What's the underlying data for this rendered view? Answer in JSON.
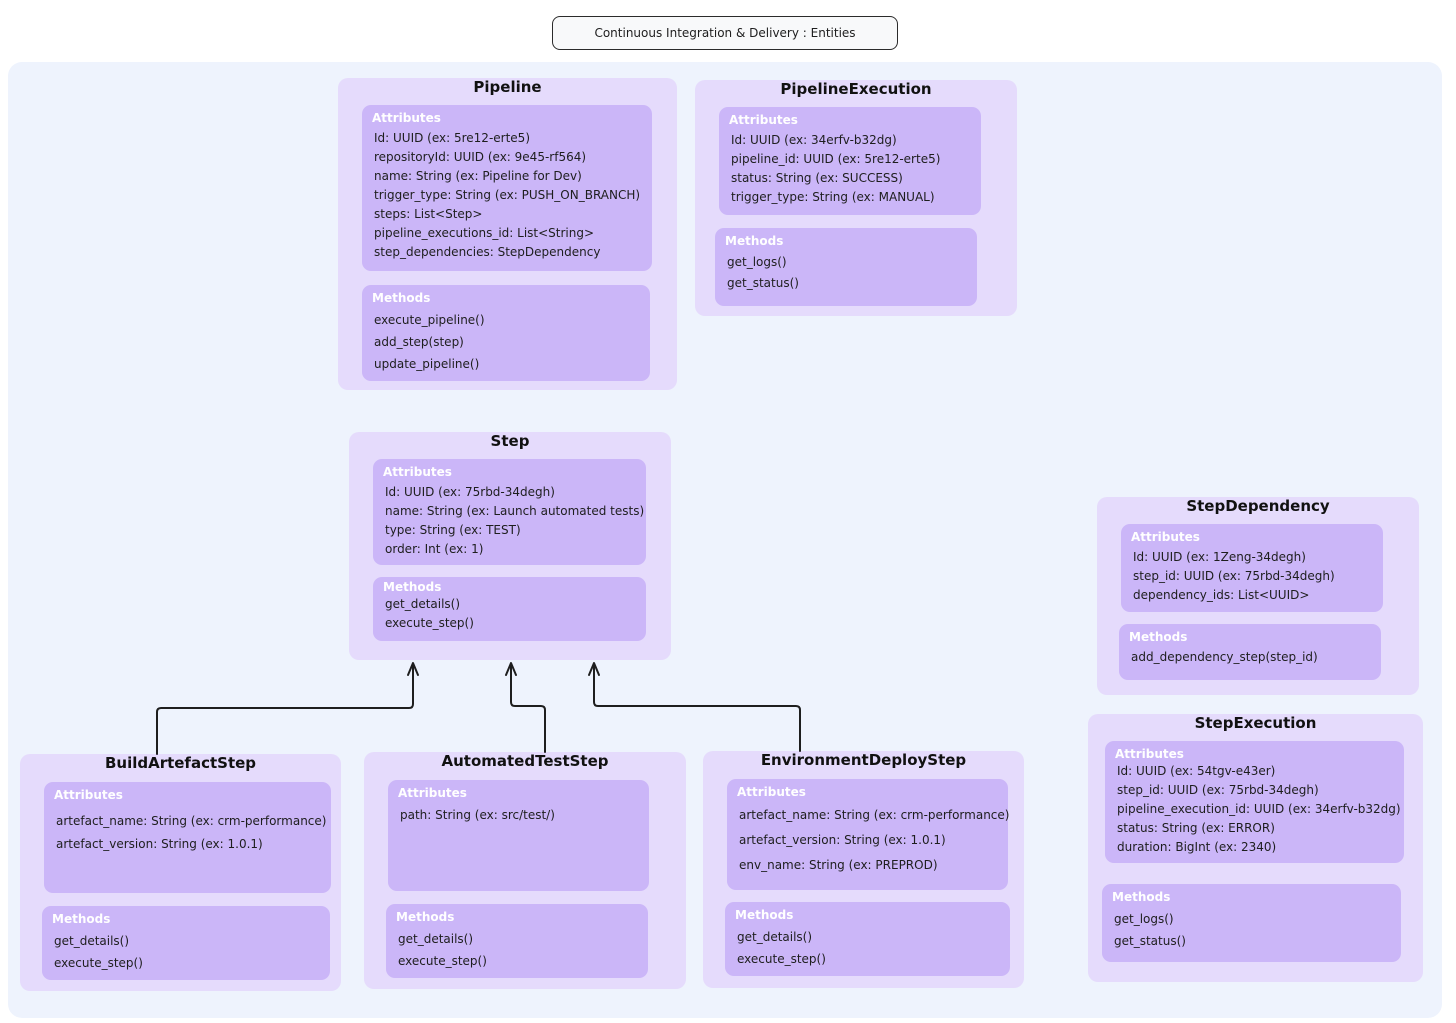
{
  "title": "Continuous Integration & Delivery : Entities",
  "section_labels": {
    "attributes": "Attributes",
    "methods": "Methods"
  },
  "entities": {
    "pipeline": {
      "name": "Pipeline",
      "attributes": [
        "Id: UUID (ex: 5re12-erte5)",
        "repositoryId: UUID (ex: 9e45-rf564)",
        "name: String (ex: Pipeline for Dev)",
        "trigger_type: String (ex: PUSH_ON_BRANCH)",
        "steps: List<Step>",
        "pipeline_executions_id: List<String>",
        "step_dependencies: StepDependency"
      ],
      "methods": [
        "execute_pipeline()",
        "add_step(step)",
        "update_pipeline()"
      ]
    },
    "pipeline_execution": {
      "name": "PipelineExecution",
      "attributes": [
        "Id: UUID (ex: 34erfv-b32dg)",
        "pipeline_id: UUID (ex: 5re12-erte5)",
        "status: String (ex: SUCCESS)",
        "trigger_type: String (ex: MANUAL)"
      ],
      "methods": [
        "get_logs()",
        "get_status()"
      ]
    },
    "step": {
      "name": "Step",
      "attributes": [
        "Id: UUID (ex: 75rbd-34degh)",
        "name: String (ex: Launch automated tests)",
        "type: String (ex: TEST)",
        "order: Int  (ex: 1)"
      ],
      "methods": [
        "get_details()",
        "execute_step()"
      ]
    },
    "step_dependency": {
      "name": "StepDependency",
      "attributes": [
        "Id: UUID  (ex: 1Zeng-34degh)",
        "step_id: UUID  (ex: 75rbd-34degh)",
        "dependency_ids: List<UUID>"
      ],
      "methods": [
        "add_dependency_step(step_id)"
      ]
    },
    "step_execution": {
      "name": "StepExecution",
      "attributes": [
        "Id: UUID  (ex: 54tgv-e43er)",
        "step_id: UUID  (ex: 75rbd-34degh)",
        "pipeline_execution_id: UUID  (ex: 34erfv-b32dg)",
        "status: String  (ex: ERROR)",
        "duration: BigInt  (ex: 2340)"
      ],
      "methods": [
        "get_logs()",
        "get_status()"
      ]
    },
    "build_artefact_step": {
      "name": "BuildArtefactStep",
      "attributes": [
        "artefact_name: String  (ex: crm-performance)",
        "artefact_version: String  (ex: 1.0.1)"
      ],
      "methods": [
        "get_details()",
        "execute_step()"
      ]
    },
    "automated_test_step": {
      "name": "AutomatedTestStep",
      "attributes": [
        "path: String  (ex: src/test/)"
      ],
      "methods": [
        "get_details()",
        "execute_step()"
      ]
    },
    "environment_deploy_step": {
      "name": "EnvironmentDeployStep",
      "attributes": [
        "artefact_name: String  (ex: crm-performance)",
        "artefact_version: String  (ex: 1.0.1)",
        "env_name: String    (ex: PREPROD)"
      ],
      "methods": [
        "get_details()",
        "execute_step()"
      ]
    }
  }
}
